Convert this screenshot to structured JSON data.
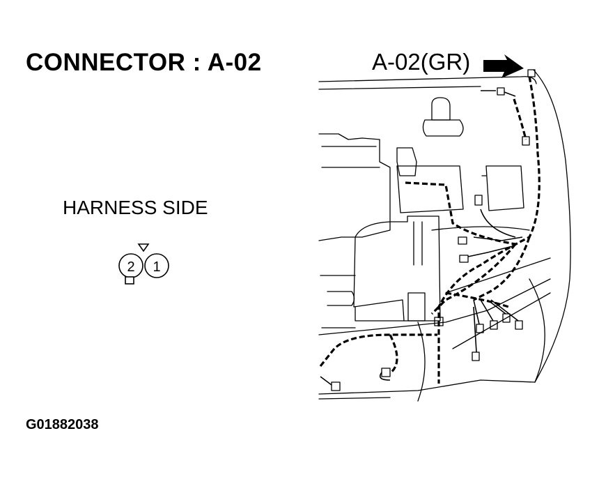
{
  "title": "CONNECTOR : A-02",
  "harness_label": "HARNESS SIDE",
  "connector_pins": [
    "2",
    "1"
  ],
  "callout_label": "A-02(GR)",
  "figure_id": "G01882038"
}
